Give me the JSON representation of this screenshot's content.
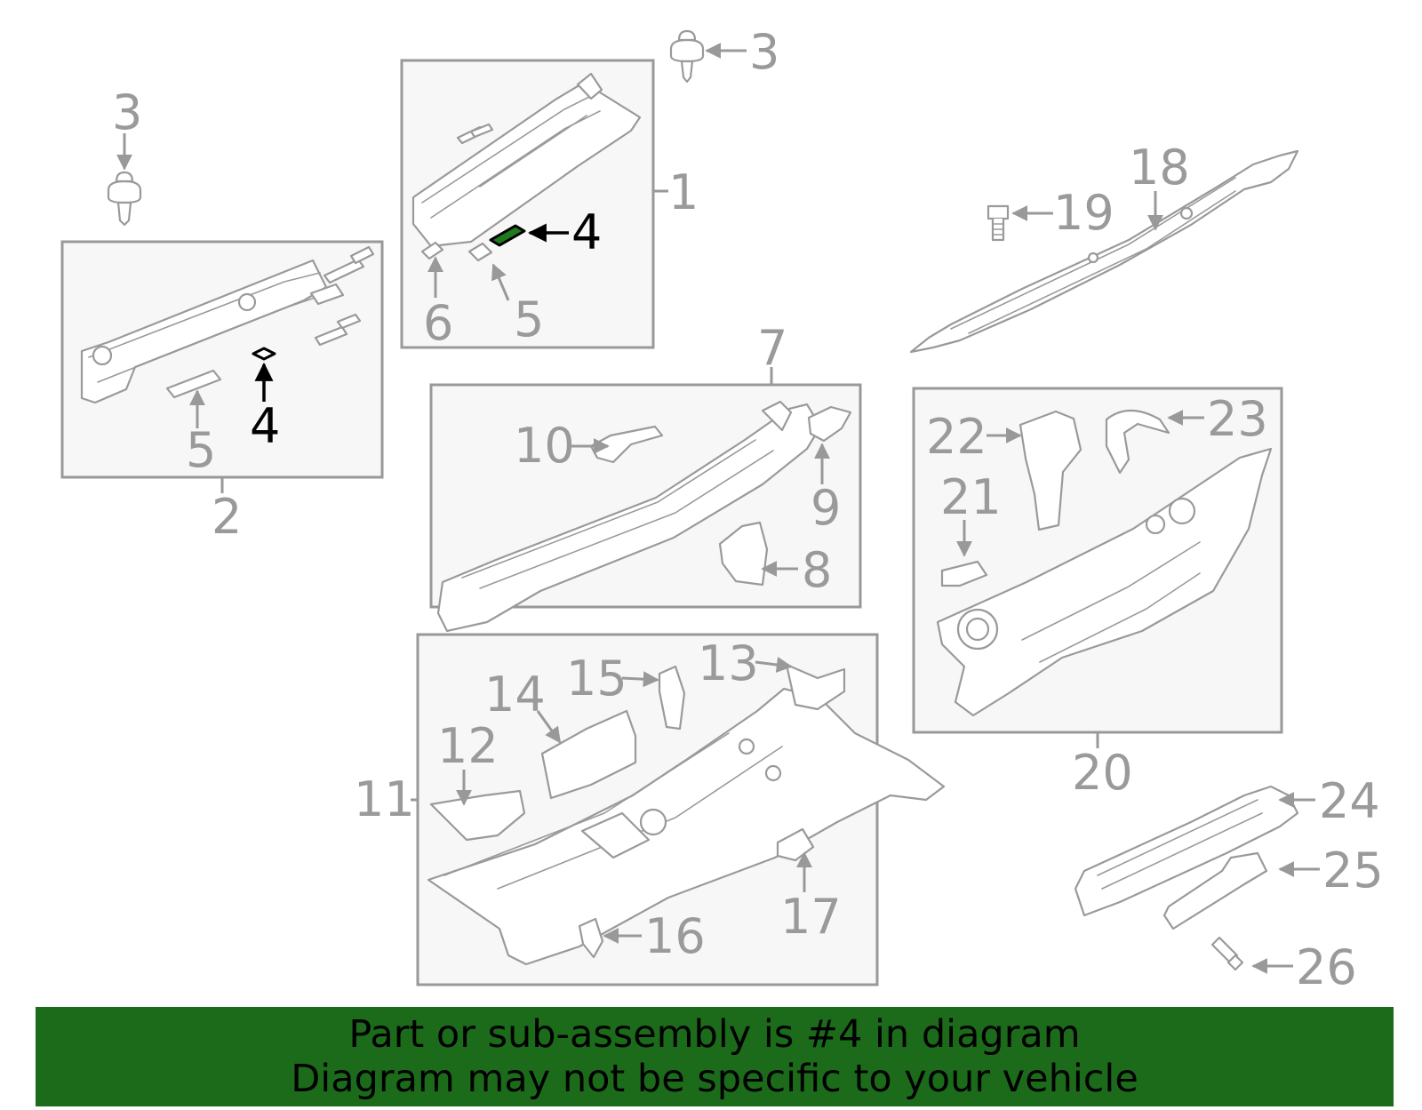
{
  "diagram": {
    "callouts": {
      "c1": "1",
      "c2": "2",
      "c3a": "3",
      "c3b": "3",
      "c4a": "4",
      "c4b": "4",
      "c5a": "5",
      "c5b": "5",
      "c6": "6",
      "c7": "7",
      "c8": "8",
      "c9": "9",
      "c10": "10",
      "c11": "11",
      "c12": "12",
      "c13": "13",
      "c14": "14",
      "c15": "15",
      "c16": "16",
      "c17": "17",
      "c18": "18",
      "c19": "19",
      "c20": "20",
      "c21": "21",
      "c22": "22",
      "c23": "23",
      "c24": "24",
      "c25": "25",
      "c26": "26"
    },
    "highlighted_part": "4",
    "colors": {
      "highlight_fill": "#1f7a1f",
      "banner_background": "#1b6b1b",
      "line_gray": "#999999",
      "box_fill": "#f7f7f7"
    }
  },
  "banner": {
    "line1": "Part or sub-assembly is #4 in diagram",
    "line2": "Diagram may not be specific to your vehicle"
  }
}
